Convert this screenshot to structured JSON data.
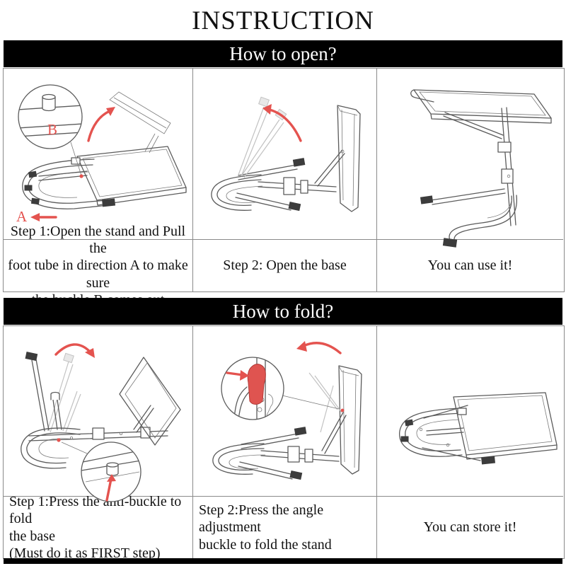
{
  "title": "INSTRUCTION",
  "colors": {
    "accent_red": "#e4534f",
    "banner_bg": "#000000",
    "banner_text": "#ffffff",
    "line_art": "#5b5b5b",
    "grid_border": "#8a8a8a"
  },
  "open_section": {
    "banner": "How to open?",
    "panels": [
      {
        "name": "open-step-1",
        "caption": "Step 1:Open the stand and Pull the\nfoot tube in direction A to make sure\nthe buckle B comes out",
        "label_a": "A",
        "label_b": "B"
      },
      {
        "name": "open-step-2",
        "caption": "Step 2: Open the base"
      },
      {
        "name": "open-result",
        "caption": "You can use it!"
      }
    ]
  },
  "fold_section": {
    "banner": "How to fold?",
    "panels": [
      {
        "name": "fold-step-1",
        "caption": "Step 1:Press the anti-buckle to fold\nthe base\n(Must do it as FIRST step)"
      },
      {
        "name": "fold-step-2",
        "caption": "Step 2:Press the angle adjustment\nbuckle to fold the stand"
      },
      {
        "name": "fold-result",
        "caption": "You can store it!"
      }
    ]
  }
}
